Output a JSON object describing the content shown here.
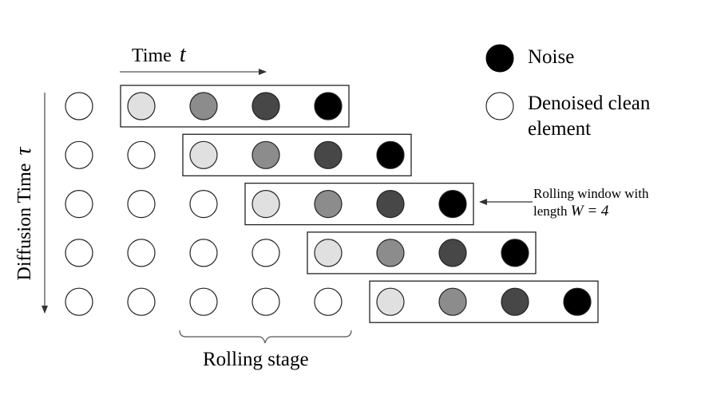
{
  "axes": {
    "time_label": "Time",
    "time_symbol": "t",
    "diffusion_label": "Diffusion Time",
    "diffusion_symbol": "τ"
  },
  "legend": [
    {
      "name": "noise",
      "label": "Noise",
      "fill": "#000000"
    },
    {
      "name": "clean",
      "label_line1": "Denoised clean",
      "label_line2": "element",
      "fill": "#ffffff"
    }
  ],
  "annotation": {
    "line1": "Rolling window with",
    "line2_text": "length",
    "line2_math": "W = 4"
  },
  "brace_label": "Rolling stage",
  "window_colors": [
    "#e0e0e0",
    "#8c8c8c",
    "#474747",
    "#000000"
  ],
  "clean_color": "#ffffff",
  "grid": {
    "rows": 5,
    "window_length": 4
  }
}
